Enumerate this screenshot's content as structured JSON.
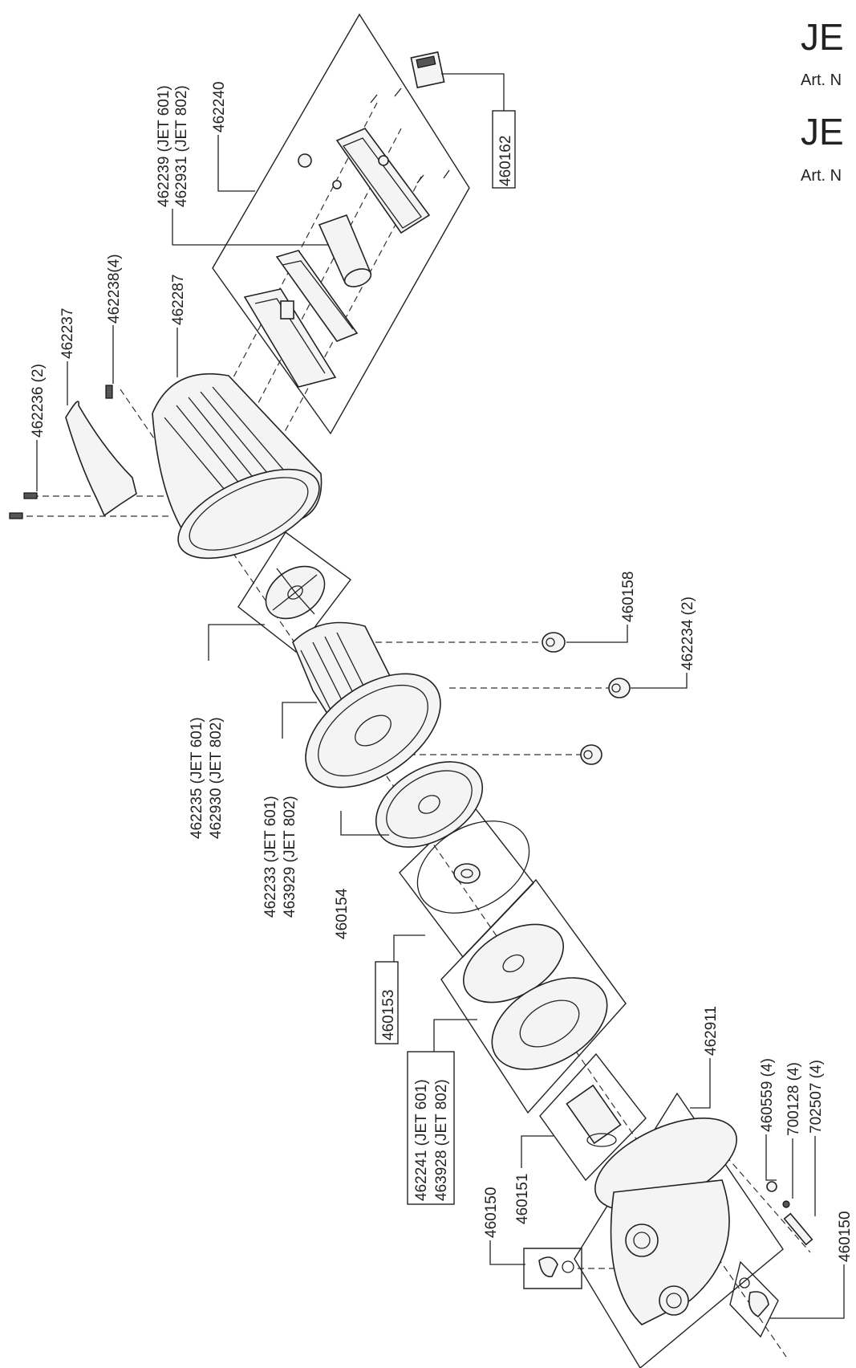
{
  "header": {
    "model_1": "JE",
    "art_1": "Art. N",
    "model_2": "JE",
    "art_2": "Art. N"
  },
  "labels": {
    "l_460162": "460162",
    "l_462239": "462239 (JET 601)",
    "l_462931": "462931 (JET 802)",
    "l_462240": "462240",
    "l_462287": "462287",
    "l_462238": "462238(4)",
    "l_462236": "462236 (2)",
    "l_462237": "462237",
    "l_460158": "460158",
    "l_462234": "462234 (2)",
    "l_462235": "462235 (JET 601)",
    "l_462930": "462930 (JET 802)",
    "l_462233": "462233 (JET 601)",
    "l_463929": "463929 (JET 802)",
    "l_460154": "460154",
    "l_460153": "460153",
    "l_462241": "462241 (JET 601)",
    "l_463928": "463928 (JET 802)",
    "l_460150a": "460150",
    "l_460151": "460151",
    "l_462911": "462911",
    "l_460559": "460559 (4)",
    "l_700128": "700128 (4)",
    "l_702507": "702507 (4)",
    "l_460150b": "460150"
  }
}
